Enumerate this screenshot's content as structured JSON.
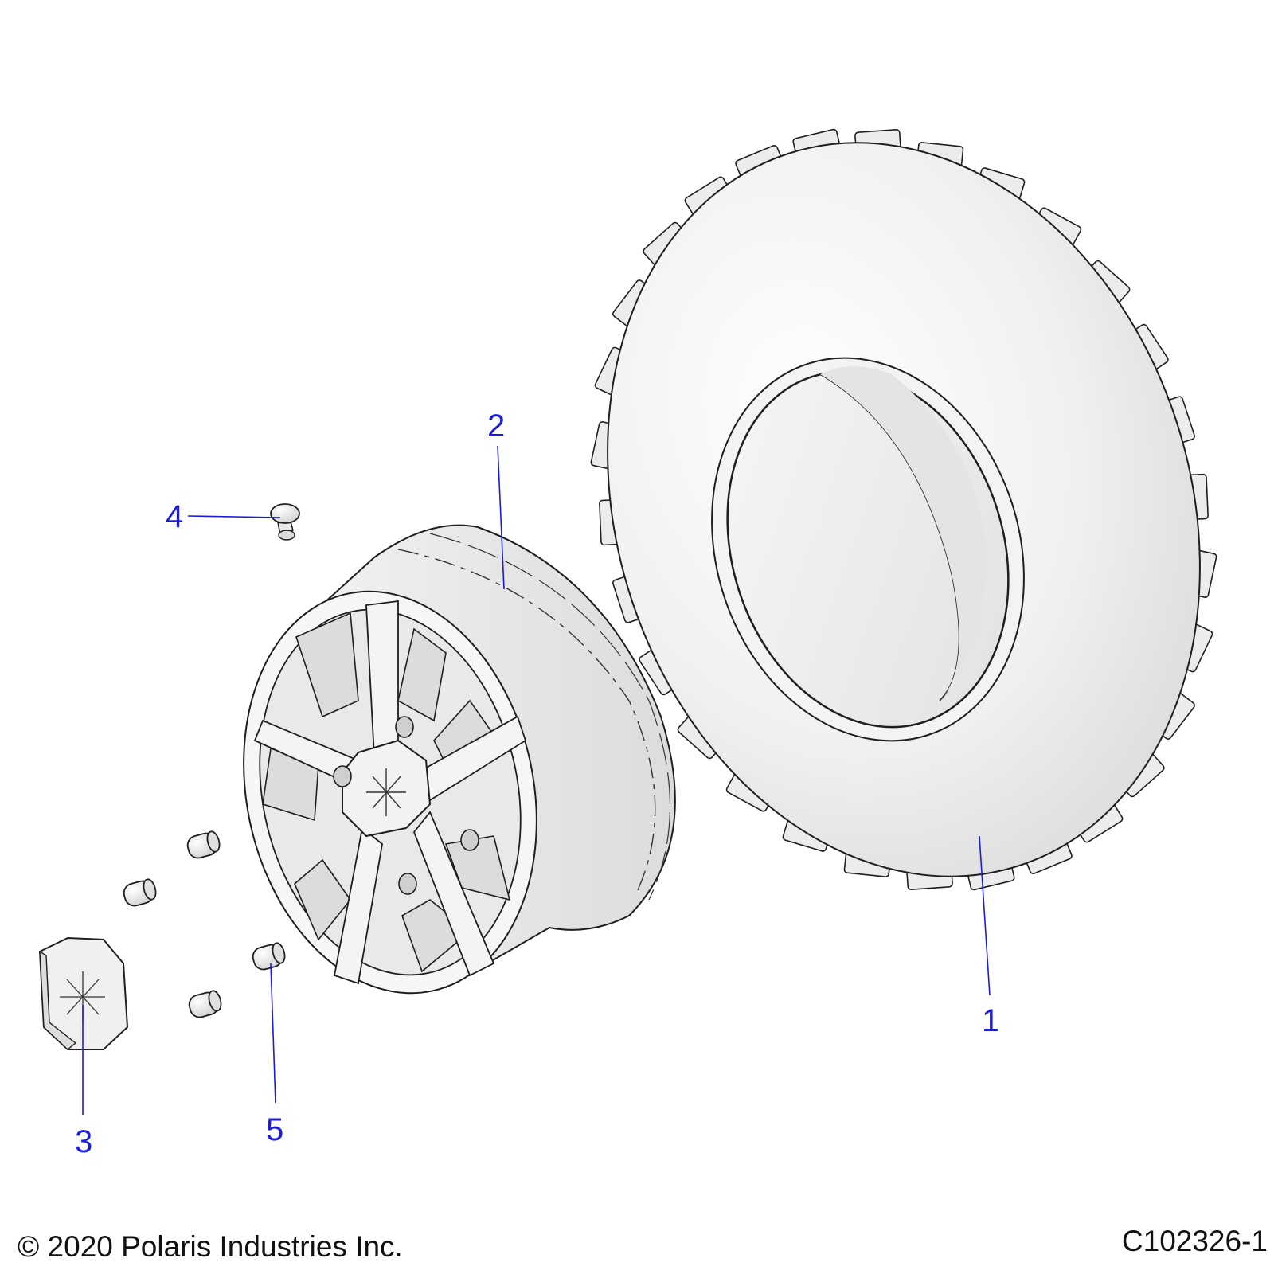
{
  "callouts": [
    {
      "id": "1",
      "label": "1"
    },
    {
      "id": "2",
      "label": "2"
    },
    {
      "id": "3",
      "label": "3"
    },
    {
      "id": "4",
      "label": "4"
    },
    {
      "id": "5",
      "label": "5"
    }
  ],
  "footer": {
    "copyright": "© 2020 Polaris Industries Inc.",
    "diagram_code": "C102326-1"
  },
  "colors": {
    "callout": "#1a1ae0",
    "outline": "#1e1e1e",
    "part_fill": "#f1f1f1"
  }
}
